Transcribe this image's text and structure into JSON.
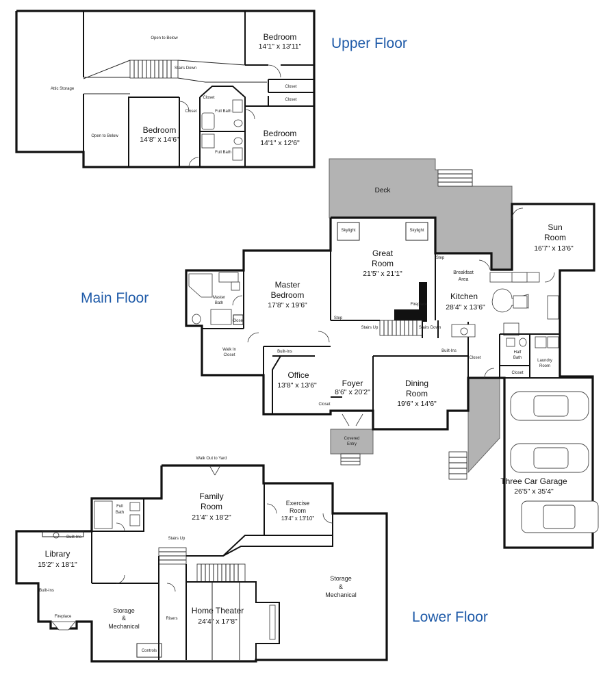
{
  "floors": {
    "upper": {
      "label": "Upper Floor",
      "rooms": {
        "bedroom_ne": {
          "name": "Bedroom",
          "dims": "14'1\" x 13'11\""
        },
        "bedroom_w": {
          "name": "Bedroom",
          "dims": "14'8\" x 14'6\""
        },
        "bedroom_se": {
          "name": "Bedroom",
          "dims": "14'1\" x 12'6\""
        }
      },
      "notes": {
        "open_below_top": "Open to Below",
        "open_below_left": "Open to Below",
        "attic_storage": "Attic Storage",
        "stairs_down": "Stairs Down",
        "closet_1": "Closet",
        "closet_2": "Closet",
        "closet_3": "Closet",
        "closet_4": "Closet",
        "full_bath_1": "Full Bath",
        "full_bath_2": "Full Bath"
      }
    },
    "main": {
      "label": "Main Floor",
      "rooms": {
        "great_room": {
          "name_1": "Great",
          "name_2": "Room",
          "dims": "21'5\" x 21'1\""
        },
        "master_bedroom": {
          "name_1": "Master",
          "name_2": "Bedroom",
          "dims": "17'8\" x 19'6\""
        },
        "kitchen": {
          "name": "Kitchen",
          "dims": "28'4\" x 13'6\""
        },
        "sun_room": {
          "name_1": "Sun",
          "name_2": "Room",
          "dims": "16'7\" x 13'6\""
        },
        "office": {
          "name": "Office",
          "dims": "13'8\" x 13'6\""
        },
        "foyer": {
          "name": "Foyer",
          "dims": "8'6\" x 20'2\""
        },
        "dining_room": {
          "name_1": "Dining",
          "name_2": "Room",
          "dims": "19'6\" x 14'6\""
        },
        "garage": {
          "name": "Three Car Garage",
          "dims": "26'5\" x 35'4\""
        }
      },
      "notes": {
        "deck": "Deck",
        "skylight_1": "Skylight",
        "skylight_2": "Skylight",
        "breakfast_1": "Breakfast",
        "breakfast_2": "Area",
        "fireplace": "Fireplace",
        "step_1": "Step",
        "step_2": "Step",
        "stairs_up": "Stairs Up",
        "stairs_down": "Stairs Down",
        "master_bath_1": "Master",
        "master_bath_2": "Bath",
        "closet_mb": "Closet",
        "walk_in_1": "Walk In",
        "walk_in_2": "Closet",
        "built_ins_office": "Built-Ins",
        "built_ins_dining": "Built-Ins",
        "closet_foyer": "Closet",
        "closet_kitchen": "Closet",
        "closet_laundry": "Closet",
        "half_bath_1": "Half",
        "half_bath_2": "Bath",
        "laundry_1": "Laundry",
        "laundry_2": "Room",
        "covered_1": "Covered",
        "covered_2": "Entry"
      }
    },
    "lower": {
      "label": "Lower Floor",
      "rooms": {
        "family_room": {
          "name_1": "Family",
          "name_2": "Room",
          "dims": "21'4\" x 18'2\""
        },
        "exercise_room": {
          "name_1": "Exercise",
          "name_2": "Room",
          "dims": "13'4\" x 13'10\""
        },
        "library": {
          "name": "Library",
          "dims": "15'2\" x 18'1\""
        },
        "home_theater": {
          "name": "Home Theater",
          "dims": "24'4\" x 17'8\""
        },
        "storage_left": {
          "name_1": "Storage",
          "name_2": "&",
          "name_3": "Mechanical"
        },
        "storage_right": {
          "name_1": "Storage",
          "name_2": "&",
          "name_3": "Mechanical"
        }
      },
      "notes": {
        "walk_out": "Walk Out to Yard",
        "full_bath_1": "Full",
        "full_bath_2": "Bath",
        "built_ins_top": "Built-Ins",
        "built_ins_side": "Built-Ins",
        "fireplace": "Fireplace",
        "stairs_up": "Stairs Up",
        "risers": "Risers",
        "controls": "Controls"
      }
    }
  },
  "colors": {
    "label_blue": "#1e5aa8",
    "deck_gray": "#b3b3b3",
    "wall": "#111111"
  }
}
